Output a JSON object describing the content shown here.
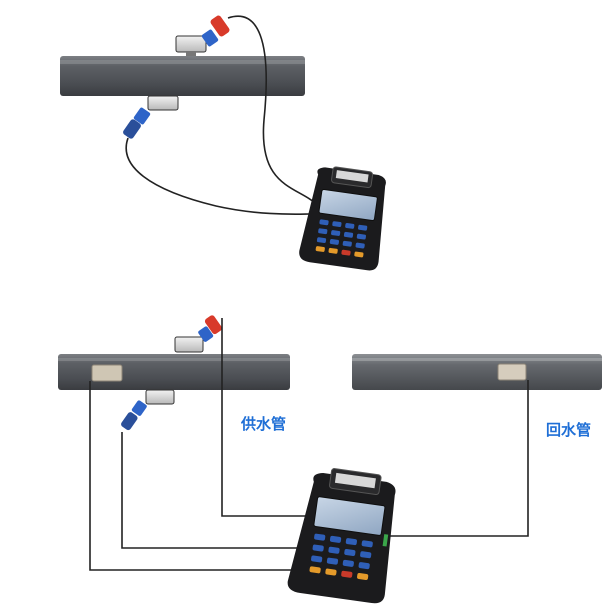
{
  "labels": {
    "supply_pipe": "供水管",
    "return_pipe": "回水管"
  },
  "colors": {
    "pipe": "#5b5e63",
    "pipe_highlight": "#8a8d91",
    "meter_body": "#1b1b1d",
    "keypad_blue": "#2f5fb8",
    "keypad_orange": "#e49a2a",
    "cable": "#222222",
    "label_blue": "#1f6fd6",
    "connector_red": "#d83a2a",
    "connector_blue": "#2e64c8"
  },
  "icons": [
    "pipe",
    "transducer",
    "cable",
    "ultrasonic-flowmeter",
    "clamp-on-sensor"
  ]
}
